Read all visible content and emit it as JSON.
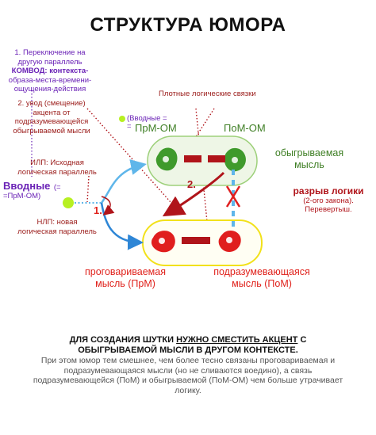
{
  "title": "СТРУКТУРА ЮМОРА",
  "note1": [
    "1. Переключение на",
    "другую параллель",
    "КОМВОД: контекста-",
    "образа-места-времени-",
    "ощущения-действия"
  ],
  "note2": [
    "2. увод (смещение)",
    "акцента от",
    "подразумевающейся",
    "обыгрываемой мысли"
  ],
  "dense_links": "Плотные логические связки",
  "vvodnye_top": [
    "(Вводные =",
    "="
  ],
  "prm_om": "ПрМ-ОМ",
  "pom_om": "ПоМ-ОМ",
  "played_thought": [
    "обыгрываемая",
    "мысль"
  ],
  "ilp": [
    "ИЛП: Исходная",
    "логическая параллель"
  ],
  "vvodnye_left": {
    "word": "Вводные",
    "rest1": "(=",
    "rest2": "=ПрМ-ОМ)"
  },
  "nlp": [
    "НЛП: новая",
    "логическая параллель"
  ],
  "break_logic": "разрыв логики",
  "break_sub": [
    "(2-ого закона).",
    "Перевертыш."
  ],
  "step1": "1.",
  "step2": "2.",
  "spoken": [
    "проговариваемая",
    "мысль (ПрМ)"
  ],
  "implied": [
    "подразумевающаяся",
    "мысль (ПоМ)"
  ],
  "bottom": {
    "lead_pre": "ДЛЯ СОЗДАНИЯ ШУТКИ ",
    "lead_emph": "НУЖНО СМЕСТИТЬ АКЦЕНТ",
    "lead_post": " С ОБЫГРЫВАЕМОЙ МЫСЛИ В ДРУГОМ КОНТЕКСТЕ.",
    "sub": "При этом юмор тем смешнее, чем более тесно связаны проговариваемая и подразумевающаяся мысли (но не сливаются воедино), а связь подразумевающейся (ПоМ) и обыгрываемой (ПоМ-ОМ) чем больше утрачивает логику."
  },
  "colors": {
    "green_blob": "#3f9a2c",
    "red_blob": "#e01e1e",
    "dark_red": "#b0141a",
    "blue_arrow": "#2e86d6",
    "light_blue": "#5fb6ea",
    "pale_green_fill": "#eef6e6",
    "yellow_outline": "#f2e11a",
    "lime_dot": "#b7f022"
  }
}
